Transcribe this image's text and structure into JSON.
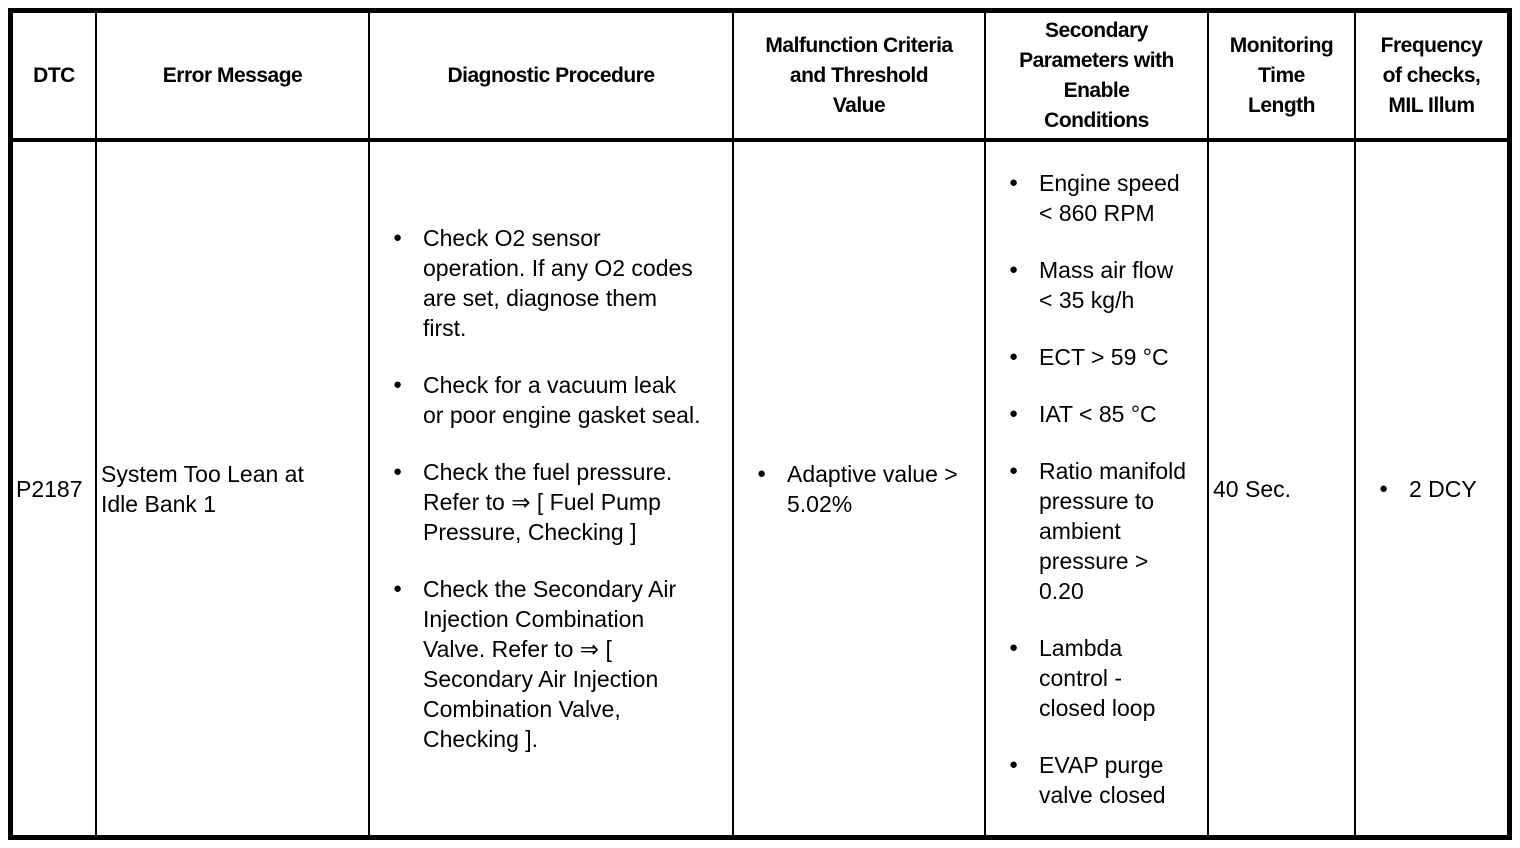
{
  "icons": {
    "bullet": "●"
  },
  "table": {
    "headers": [
      "DTC",
      "Error Message",
      "Diagnostic Procedure",
      "Malfunction Criteria\nand Threshold\nValue",
      "Secondary\nParameters with\nEnable\nConditions",
      "Monitoring\nTime\nLength",
      "Frequency\nof checks,\nMIL Illum"
    ],
    "row": {
      "dtc": "P2187",
      "error_message": "System Too Lean at\nIdle Bank 1",
      "diagnostic_procedure": [
        "Check O2 sensor\noperation. If any O2 codes\nare set, diagnose them\nfirst.",
        "Check for a vacuum leak\nor poor engine gasket seal.",
        "Check the fuel pressure.\nRefer to ⇒ [ Fuel Pump\nPressure, Checking ]",
        "Check the Secondary Air\nInjection Combination\nValve. Refer to ⇒ [\nSecondary Air Injection\nCombination Valve,\nChecking ]."
      ],
      "malfunction_criteria": [
        "Adaptive value >\n5.02%"
      ],
      "secondary_parameters": [
        "Engine speed\n< 860 RPM",
        "Mass air flow\n< 35 kg/h",
        "ECT > 59 °C",
        "IAT < 85 °C",
        "Ratio manifold\npressure to\nambient\npressure >\n0.20",
        "Lambda\ncontrol -\nclosed loop",
        "EVAP purge\nvalve closed"
      ],
      "monitoring_time_length": "40 Sec.",
      "frequency_of_checks": [
        "2 DCY"
      ]
    }
  }
}
